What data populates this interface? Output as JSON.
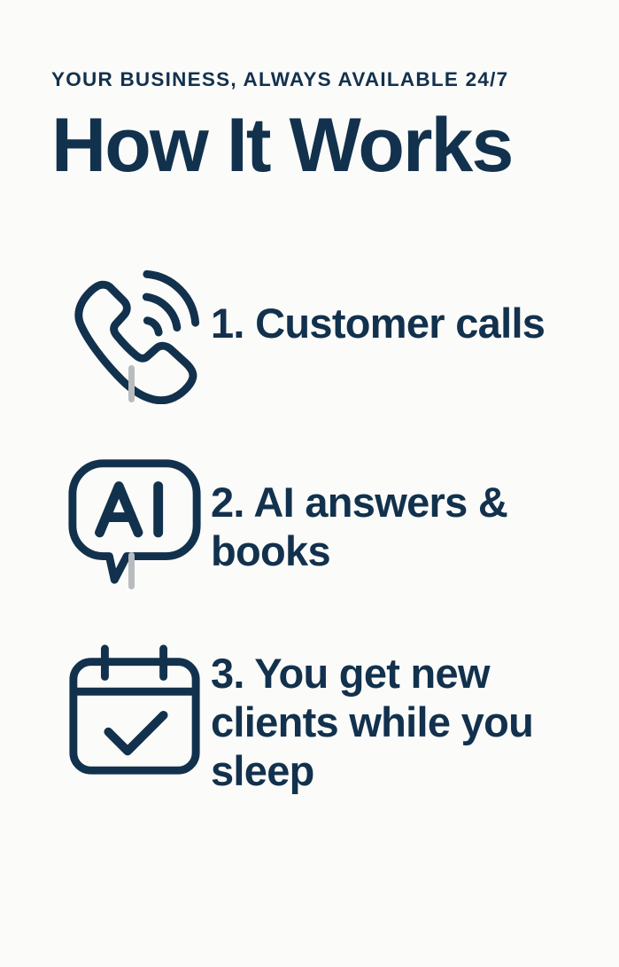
{
  "theme": {
    "background": "#fbfbfa",
    "navy": "#12314d",
    "connector_gray": "#b9bcbe"
  },
  "header": {
    "eyebrow": "YOUR BUSINESS, ALWAYS AVAILABLE 24/7",
    "title": "How It Works"
  },
  "steps": [
    {
      "number": "1",
      "text": "1. Customer calls",
      "icon": "phone-ringing-icon",
      "icon_label": "Phone handset with signal waves"
    },
    {
      "number": "2",
      "text": "2. AI answers & books",
      "icon": "ai-speech-bubble-icon",
      "icon_label": "Speech bubble containing the letters AI",
      "icon_text": "AI"
    },
    {
      "number": "3",
      "text": "3. You get new clients while you sleep",
      "icon": "calendar-check-icon",
      "icon_label": "Calendar with a checkmark"
    }
  ],
  "connectors": [
    {
      "name": "connector-step1-step2"
    },
    {
      "name": "connector-step2-step3"
    }
  ]
}
